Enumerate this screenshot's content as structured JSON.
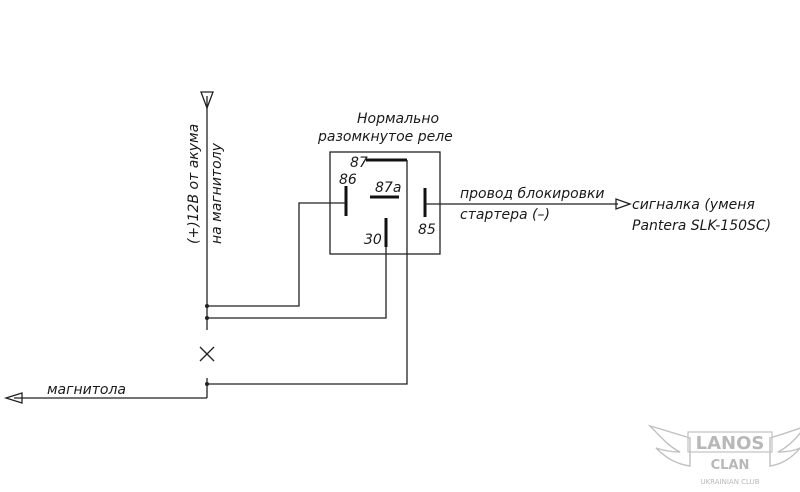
{
  "labels": {
    "battery_line1": "(+)12В от акума",
    "battery_line2": "на магнитолу",
    "relay_title_line1": "Нормально",
    "relay_title_line2": "разомкнутое реле",
    "pin_87": "87",
    "pin_86": "86",
    "pin_87a": "87а",
    "pin_30": "30",
    "pin_85": "85",
    "wire_line1": "провод блокировки",
    "wire_line2": "стартера (–)",
    "alarm_line1": "сигналка (уменя",
    "alarm_line2": "Pantera SLK-150SC)",
    "radio": "магнитола"
  },
  "logo": {
    "line1": "LANOS",
    "line2": "CLAN",
    "line3": "UKRAINIAN CLUB"
  },
  "colors": {
    "line": "#222222",
    "logo": "#b8b8b8"
  }
}
